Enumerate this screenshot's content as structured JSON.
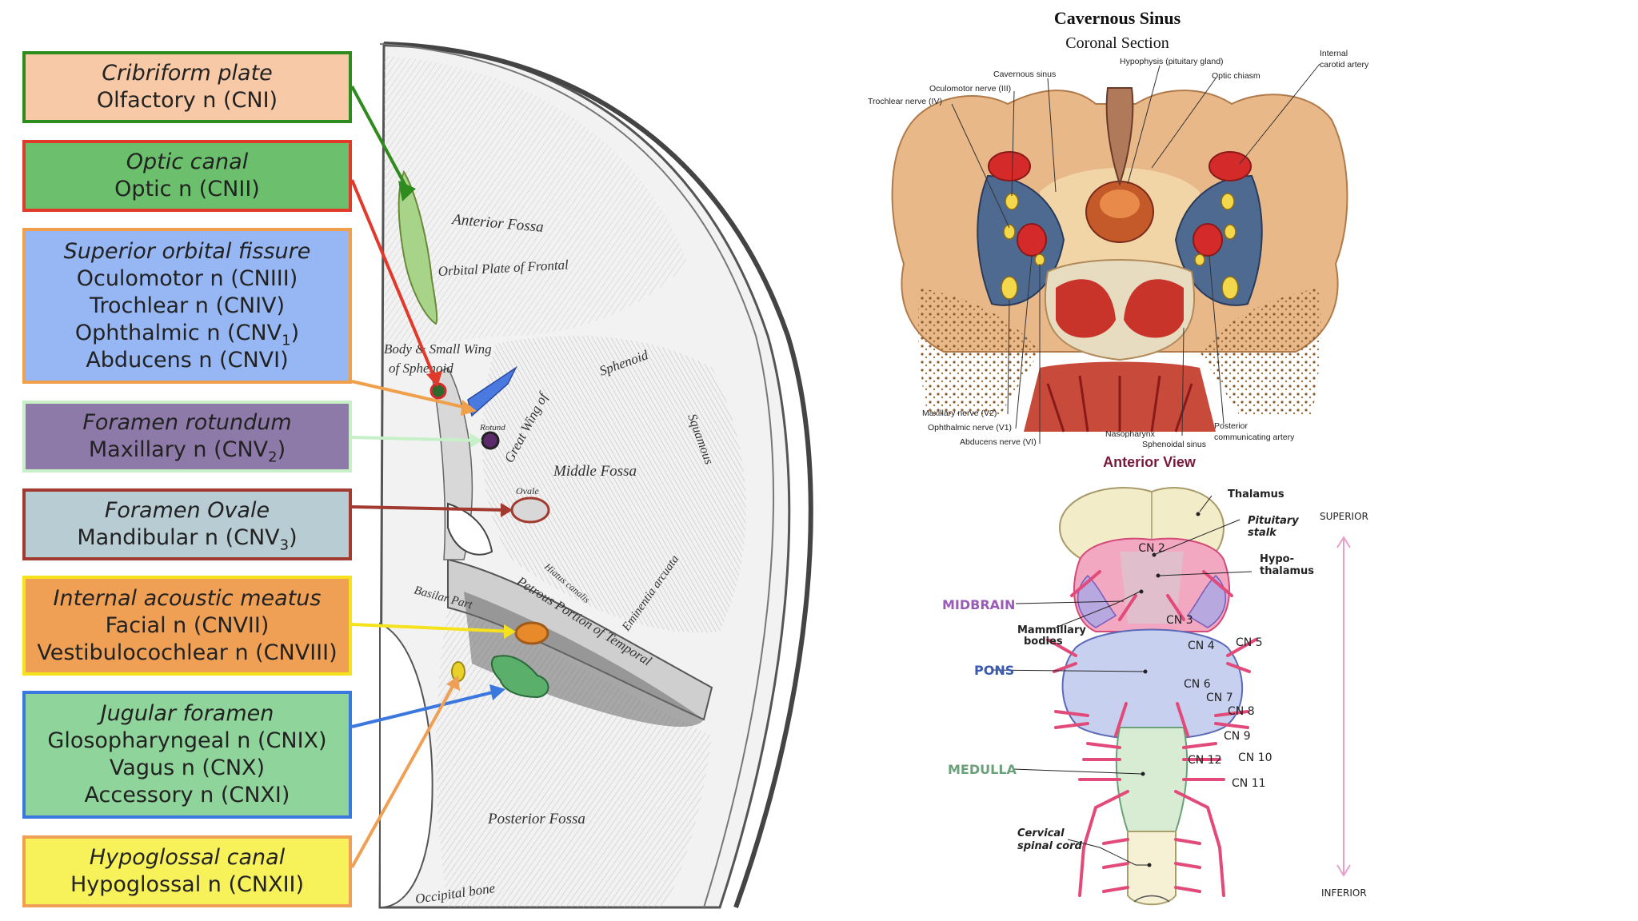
{
  "boxes": [
    {
      "title": "Cribriform plate",
      "lines": [
        "Olfactory n (CNI)"
      ],
      "fill": "#f7c9a6",
      "border": "#2e8b1e"
    },
    {
      "title": "Optic canal",
      "lines": [
        "Optic n (CNII)"
      ],
      "fill": "#6cbf6c",
      "border": "#e23a2a"
    },
    {
      "title": "Superior orbital fissure",
      "lines": [
        "Oculomotor n (CNIII)",
        "Trochlear n (CNIV)",
        "Ophthalmic n (CNV",
        "Abducens n (CNVI)"
      ],
      "sub": "1",
      "suffix": ")",
      "fill": "#96b6f4",
      "border": "#f0a04a"
    },
    {
      "title": "Foramen rotundum",
      "lines": [
        "Maxillary n (CNV"
      ],
      "sub": "2",
      "suffix": ")",
      "fill": "#8e7aa8",
      "border": "#c8f0c8"
    },
    {
      "title": "Foramen Ovale",
      "lines": [
        "Mandibular n (CNV"
      ],
      "sub": "3",
      "suffix": ")",
      "fill": "#b8ccd4",
      "border": "#a23a30"
    },
    {
      "title": "Internal acoustic meatus",
      "lines": [
        "Facial n (CNVII)",
        "Vestibulocochlear n (CNVIII)"
      ],
      "fill": "#f0a055",
      "border": "#f5e21c"
    },
    {
      "title": "Jugular foramen",
      "lines": [
        "Glosopharyngeal n (CNIX)",
        "Vagus n (CNX)",
        "Accessory n (CNXI)"
      ],
      "fill": "#8fd49a",
      "border": "#3a78e0"
    },
    {
      "title": "Hypoglossal canal",
      "lines": [
        "Hypoglossal n (CNXII)"
      ],
      "fill": "#f8f25a",
      "border": "#f0a055"
    }
  ],
  "skull_labels": {
    "anterior_fossa": "Anterior Fossa",
    "orbital_plate": "Orbital Plate of Frontal",
    "body_small_wing": "Body & Small Wing",
    "of_sphenoid": "of Sphenoid",
    "sphenoid": "Sphenoid",
    "great_wing": "Great Wing of",
    "middle_fossa": "Middle Fossa",
    "squamous": "Squamous",
    "petrous": "Petrous Portion of Temporal",
    "eminentia": "Eminentia arcuata",
    "basilar_part": "Basilar Part",
    "posterior_fossa": "Posterior Fossa",
    "occipital_bone": "Occipital bone",
    "rotund": "Rotund",
    "ovale": "Ovale",
    "hiatus": "Hiatus canalis"
  },
  "cavernous": {
    "title": "Cavernous Sinus",
    "subtitle": "Coronal Section",
    "labels": {
      "cavernous_sinus": "Cavernous sinus",
      "hypophysis": "Hypophysis (pituitary gland)",
      "optic_chiasm": "Optic chiasm",
      "internal_carotid": "Internal",
      "internal_carotid2": "carotid artery",
      "oculomotor": "Oculomotor nerve (III)",
      "trochlear": "Trochlear nerve (IV)",
      "maxillary": "Maxillary nerve (V2)",
      "ophthalmic": "Ophthalmic nerve (V1)",
      "abducens": "Abducens nerve (VI)",
      "nasopharynx": "Nasopharynx",
      "sphenoidal": "Sphenoidal sinus",
      "posterior_comm": "Posterior",
      "posterior_comm2": "communicating artery"
    }
  },
  "brainstem": {
    "title": "Anterior View",
    "thalamus": "Thalamus",
    "pituitary": "Pituitary",
    "stalk": "stalk",
    "hypo": "Hypo-",
    "thalamus2": "thalamus",
    "midbrain": "MIDBRAIN",
    "pons": "PONS",
    "medulla": "MEDULLA",
    "mammillary": "Mammillary",
    "bodies": "bodies",
    "cervical": "Cervical",
    "spinal_cord": "spinal cord",
    "superior": "SUPERIOR",
    "inferior": "INFERIOR",
    "cn2": "CN 2",
    "cn3": "CN 3",
    "cn4": "CN 4",
    "cn5": "CN 5",
    "cn6": "CN 6",
    "cn7": "CN 7",
    "cn8": "CN 8",
    "cn9": "CN 9",
    "cn10": "CN 10",
    "cn11": "CN 11",
    "cn12": "CN 12",
    "midbrain_color": "#9a5ab8",
    "pons_color": "#3a5ab0",
    "medulla_color": "#6aa07a",
    "title_color": "#7a1a3a"
  }
}
